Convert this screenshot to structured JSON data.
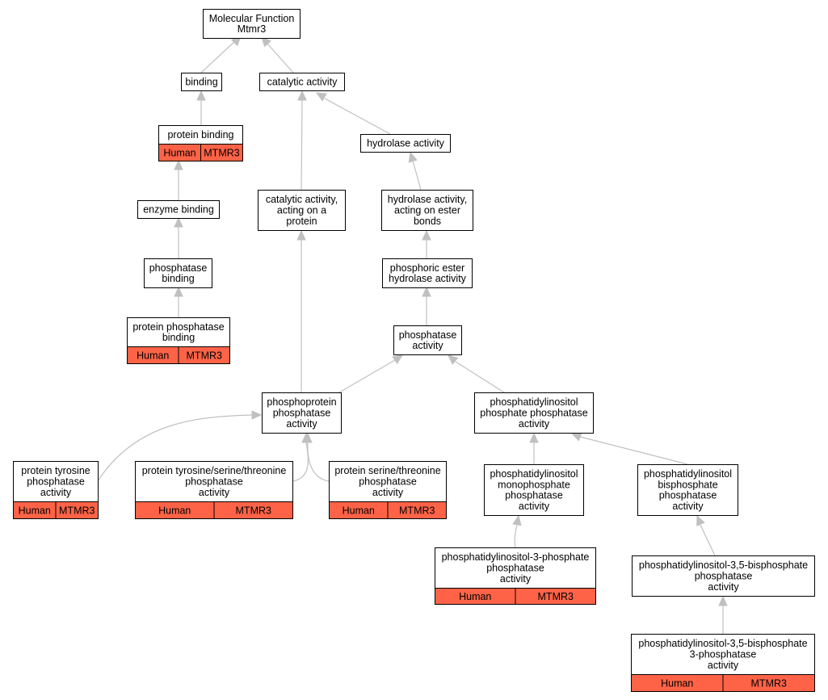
{
  "colors": {
    "edge": "#c0c0c0",
    "annotation_fill": "#ff6347",
    "node_fill": "#ffffff",
    "border": "#000000"
  },
  "nodes": [
    {
      "id": "mf",
      "lines": [
        "Molecular Function",
        "Mtmr3"
      ]
    },
    {
      "id": "binding",
      "lines": [
        "binding"
      ]
    },
    {
      "id": "catalytic",
      "lines": [
        "catalytic activity"
      ]
    },
    {
      "id": "protein_binding",
      "lines": [
        "protein binding"
      ],
      "annotations": [
        "Human",
        "MTMR3"
      ]
    },
    {
      "id": "hydrolase",
      "lines": [
        "hydrolase activity"
      ]
    },
    {
      "id": "enzyme_binding",
      "lines": [
        "enzyme binding"
      ]
    },
    {
      "id": "cat_protein",
      "lines": [
        "catalytic activity,",
        "acting on a",
        "protein"
      ]
    },
    {
      "id": "hydro_ester",
      "lines": [
        "hydrolase activity,",
        "acting on ester",
        "bonds"
      ]
    },
    {
      "id": "phosphatase_binding",
      "lines": [
        "phosphatase",
        "binding"
      ]
    },
    {
      "id": "phosphoric_ester",
      "lines": [
        "phosphoric ester",
        "hydrolase activity"
      ]
    },
    {
      "id": "pp_binding",
      "lines": [
        "protein phosphatase",
        "binding"
      ],
      "annotations": [
        "Human",
        "MTMR3"
      ]
    },
    {
      "id": "phosphatase_activity",
      "lines": [
        "phosphatase",
        "activity"
      ]
    },
    {
      "id": "phosphoprotein",
      "lines": [
        "phosphoprotein",
        "phosphatase",
        "activity"
      ]
    },
    {
      "id": "pi_phosphatase",
      "lines": [
        "phosphatidylinositol",
        "phosphate phosphatase",
        "activity"
      ]
    },
    {
      "id": "ptp",
      "lines": [
        "protein tyrosine",
        "phosphatase",
        "activity"
      ],
      "annotations": [
        "Human",
        "MTMR3"
      ]
    },
    {
      "id": "ptyst",
      "lines": [
        "protein tyrosine/serine/threonine",
        "phosphatase",
        "activity"
      ],
      "annotations": [
        "Human",
        "MTMR3"
      ]
    },
    {
      "id": "pst",
      "lines": [
        "protein serine/threonine",
        "phosphatase",
        "activity"
      ],
      "annotations": [
        "Human",
        "MTMR3"
      ]
    },
    {
      "id": "pi_mono",
      "lines": [
        "phosphatidylinositol",
        "monophosphate",
        "phosphatase",
        "activity"
      ]
    },
    {
      "id": "pi_bis",
      "lines": [
        "phosphatidylinositol",
        "bisphosphate",
        "phosphatase",
        "activity"
      ]
    },
    {
      "id": "pi3p",
      "lines": [
        "phosphatidylinositol-3-phosphate",
        "phosphatase",
        "activity"
      ],
      "annotations": [
        "Human",
        "MTMR3"
      ]
    },
    {
      "id": "pi35bp",
      "lines": [
        "phosphatidylinositol-3,5-bisphosphate",
        "phosphatase",
        "activity"
      ]
    },
    {
      "id": "pi35bp3p",
      "lines": [
        "phosphatidylinositol-3,5-bisphosphate",
        "3-phosphatase",
        "activity"
      ],
      "annotations": [
        "Human",
        "MTMR3"
      ]
    }
  ],
  "edges": [
    {
      "from": "binding",
      "to": "mf"
    },
    {
      "from": "catalytic",
      "to": "mf"
    },
    {
      "from": "protein_binding",
      "to": "binding"
    },
    {
      "from": "hydrolase",
      "to": "catalytic"
    },
    {
      "from": "cat_protein",
      "to": "catalytic"
    },
    {
      "from": "enzyme_binding",
      "to": "protein_binding"
    },
    {
      "from": "hydro_ester",
      "to": "hydrolase"
    },
    {
      "from": "phosphatase_binding",
      "to": "enzyme_binding"
    },
    {
      "from": "phosphoric_ester",
      "to": "hydro_ester"
    },
    {
      "from": "pp_binding",
      "to": "phosphatase_binding"
    },
    {
      "from": "phosphatase_activity",
      "to": "phosphoric_ester"
    },
    {
      "from": "phosphoprotein",
      "to": "cat_protein"
    },
    {
      "from": "phosphoprotein",
      "to": "phosphatase_activity"
    },
    {
      "from": "pi_phosphatase",
      "to": "phosphatase_activity"
    },
    {
      "from": "ptp",
      "to": "phosphoprotein"
    },
    {
      "from": "ptyst",
      "to": "phosphoprotein"
    },
    {
      "from": "pst",
      "to": "phosphoprotein"
    },
    {
      "from": "pi_mono",
      "to": "pi_phosphatase"
    },
    {
      "from": "pi_bis",
      "to": "pi_phosphatase"
    },
    {
      "from": "pi3p",
      "to": "pi_mono"
    },
    {
      "from": "pi35bp",
      "to": "pi_bis"
    },
    {
      "from": "pi35bp3p",
      "to": "pi35bp"
    }
  ]
}
